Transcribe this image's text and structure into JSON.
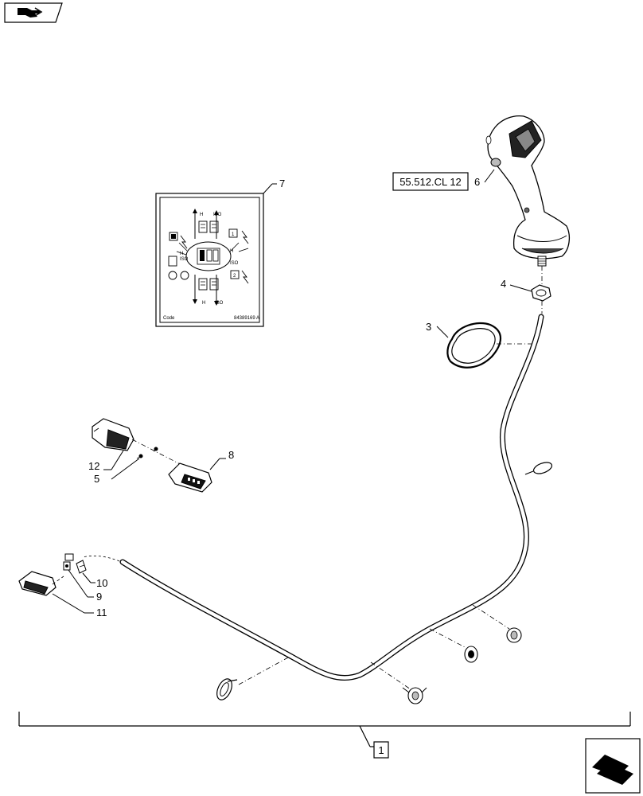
{
  "diagram": {
    "callouts": {
      "c1": "1",
      "c3": "3",
      "c4": "4",
      "c5": "5",
      "c6": "6",
      "c7": "7",
      "c8": "8",
      "c9": "9",
      "c10": "10",
      "c11": "11",
      "c12": "12"
    },
    "cross_reference": "55.512.CL 12",
    "decal": {
      "footer_left": "Code",
      "footer_right": "84389169 A",
      "labels": {
        "h": "H",
        "iso": "ISO",
        "box1": "1",
        "box2": "2"
      }
    },
    "icons": {
      "top_left": "navigation-arrow-icon",
      "bottom_right": "next-page-arrow-icon"
    }
  }
}
